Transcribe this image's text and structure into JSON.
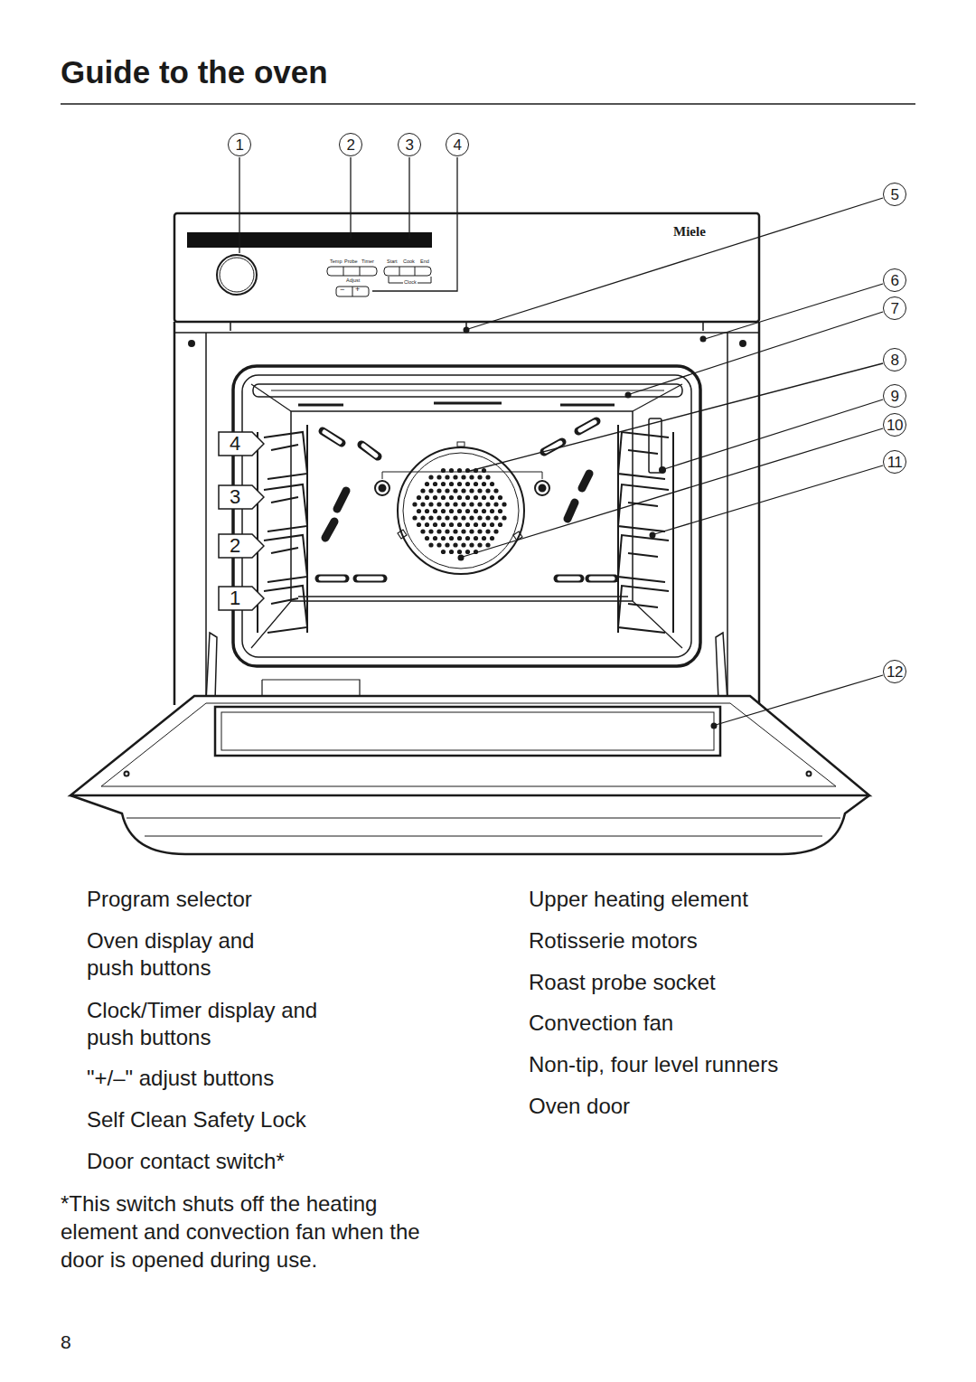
{
  "diagram": {
    "title": "Guide to the oven",
    "nodes": [
      {
        "text": [
          "1"
        ]
      },
      {
        "text": [
          "2"
        ]
      },
      {
        "text": [
          "3"
        ]
      },
      {
        "text": [
          "4"
        ]
      },
      {
        "text": [
          "5"
        ]
      },
      {
        "text": [
          "6"
        ]
      },
      {
        "text": [
          "7"
        ]
      },
      {
        "text": [
          "8"
        ]
      },
      {
        "text": [
          "9"
        ]
      },
      {
        "text": [
          "10"
        ]
      },
      {
        "text": [
          "11"
        ]
      },
      {
        "text": [
          "12"
        ]
      },
      {
        "text": [
          "4"
        ]
      },
      {
        "text": [
          "3"
        ]
      },
      {
        "text": [
          "2"
        ]
      },
      {
        "text": [
          "1"
        ]
      }
    ],
    "labels": [
      "Miele",
      "Temp",
      "Probe",
      "Timer",
      "Start",
      "Cook",
      "End",
      "Adjust",
      "Clock",
      "−",
      "+",
      "Program selector",
      "Oven display and push buttons",
      "Clock/Timer display and push buttons",
      "\"+/–\" adjust buttons",
      "Self Clean Safety Lock",
      "Door contact switch*",
      "Upper heating element",
      "Rotisserie motors",
      "Roast probe socket",
      "Convection fan",
      "Non-tip, four level runners",
      "Oven door",
      "*This switch shuts off the heating element and convection fan when the door is opened during use.",
      "8"
    ]
  }
}
